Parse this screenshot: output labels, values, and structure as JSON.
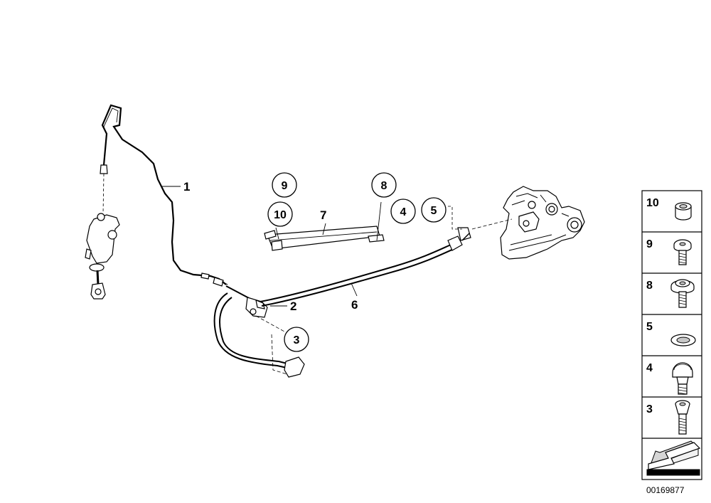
{
  "callouts": {
    "c1": "1",
    "c2": "2",
    "c3": "3",
    "c4": "4",
    "c5": "5",
    "c6": "6",
    "c7": "7",
    "c8": "8",
    "c9": "9",
    "c10": "10"
  },
  "parts_panel": {
    "items": [
      {
        "number": "10",
        "icon": "bushing-icon"
      },
      {
        "number": "9",
        "icon": "screw-icon"
      },
      {
        "number": "8",
        "icon": "collar-screw-icon"
      },
      {
        "number": "5",
        "icon": "sealing-ring-icon"
      },
      {
        "number": "4",
        "icon": "banjo-bolt-icon"
      },
      {
        "number": "3",
        "icon": "torx-bolt-icon"
      }
    ]
  },
  "reference_number": "00169877"
}
